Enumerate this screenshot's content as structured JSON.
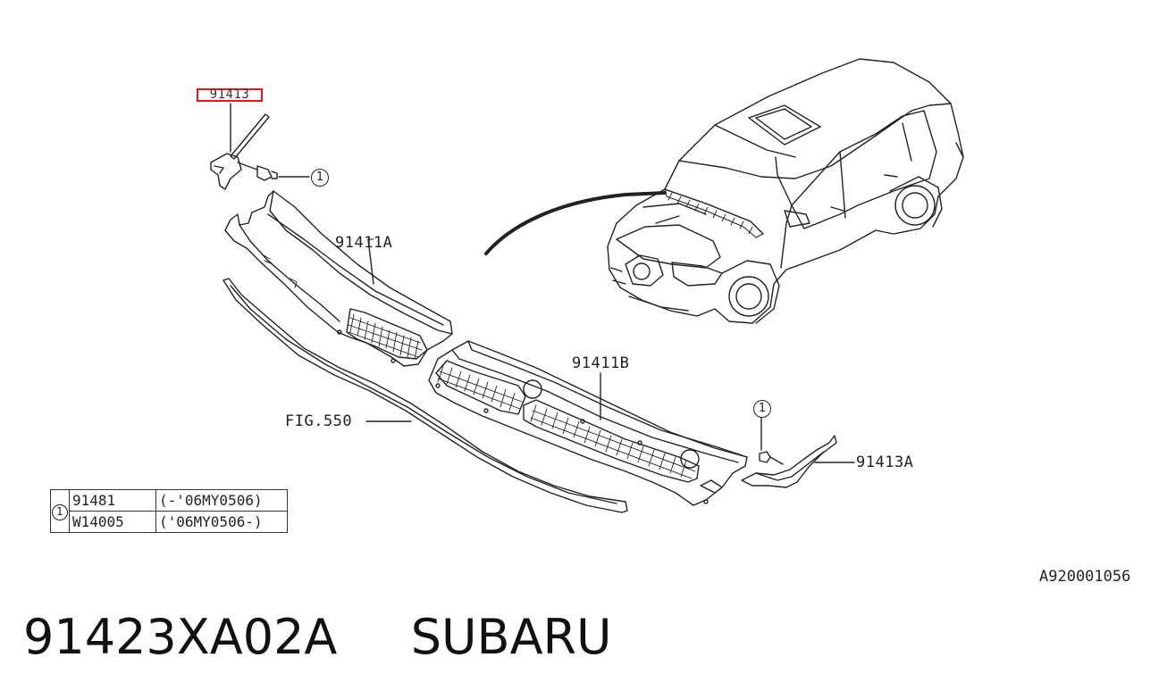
{
  "labels": {
    "highlighted_part": "91413",
    "cowl_left": "91411A",
    "cowl_right": "91411B",
    "figure_ref": "FIG.550",
    "bracket_right": "91413A",
    "callout_top": "1",
    "callout_right": "1"
  },
  "legend": {
    "mark": "1",
    "rows": [
      {
        "part": "91481",
        "range": "(-'06MY0506)"
      },
      {
        "part": "W14005",
        "range": "('06MY0506-)"
      }
    ]
  },
  "diagram_code": "A920001056",
  "title": {
    "part_number": "91423XA02A",
    "brand": "SUBARU"
  },
  "colors": {
    "highlight": "#e01818",
    "line": "#222222"
  }
}
